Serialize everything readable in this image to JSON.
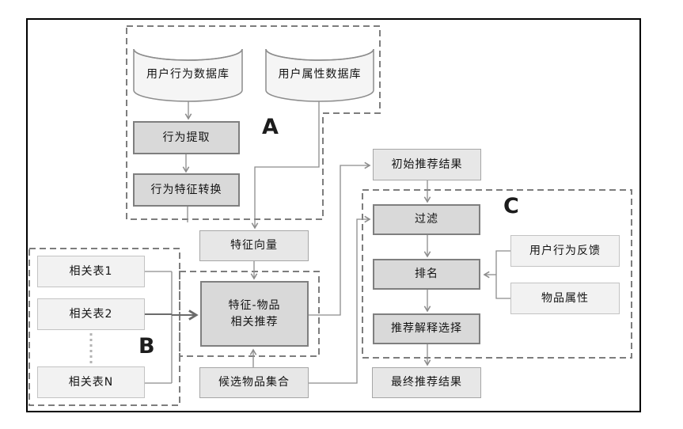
{
  "sections": {
    "a": "A",
    "b": "B",
    "c": "C"
  },
  "nodes": {
    "user_behavior_db": "用户行为数据库",
    "user_attribute_db": "用户属性数据库",
    "behavior_extraction": "行为提取",
    "behavior_feature_conversion": "行为特征转换",
    "feature_vector": "特征向量",
    "feature_item_recommend": "特征-物品\n相关推荐",
    "related_table_1": "相关表1",
    "related_table_2": "相关表2",
    "related_table_n": "相关表N",
    "candidate_item_set": "候选物品集合",
    "initial_recommend_result": "初始推荐结果",
    "filter": "过滤",
    "ranking": "排名",
    "recommend_explain_select": "推荐解释选择",
    "final_recommend_result": "最终推荐结果",
    "user_behavior_feedback": "用户行为反馈",
    "item_attribute": "物品属性"
  },
  "colors": {
    "frame_border": "#000000",
    "connector": "#8c8c8c",
    "dashed_border": "#7d7d7d",
    "dark_node_fill": "#d9d9d9",
    "dark_node_border": "#7f7f7f",
    "mid_node_fill": "#e7e7e7",
    "light_node_fill": "#f2f2f2",
    "cylinder_fill": "#f5f5f5"
  }
}
